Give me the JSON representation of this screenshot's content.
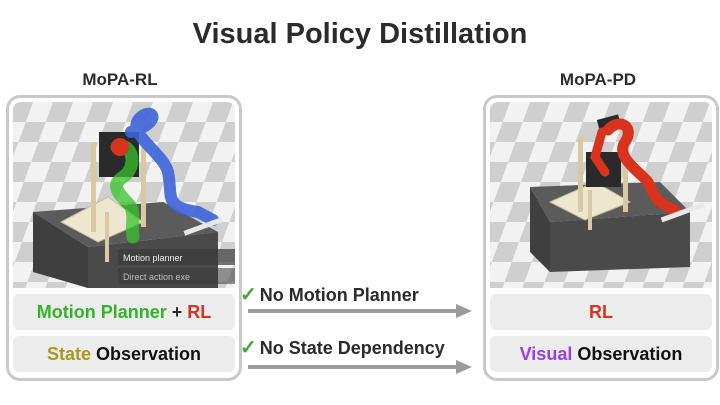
{
  "title": "Visual Policy Distillation",
  "left": {
    "name": "MoPA-RL",
    "overlay_line1": "Motion planner",
    "overlay_line2": "Direct action exe",
    "policy": {
      "part1": "Motion Planner",
      "plus": " + ",
      "part2": "RL"
    },
    "observation": {
      "part1": "State",
      "part2": " Observation"
    }
  },
  "right": {
    "name": "MoPA-PD",
    "policy": {
      "part1": "RL"
    },
    "observation": {
      "part1": "Visual",
      "part2": " Observation"
    }
  },
  "arrows": [
    {
      "check": "✓",
      "label": "No Motion Planner"
    },
    {
      "check": "✓",
      "label": "No State Dependency"
    }
  ],
  "colors": {
    "motion_planner": "#35b22a",
    "rl": "#d9321f",
    "state": "#a89a1c",
    "visual": "#9b3ee0",
    "arrow": "#9a9a9a",
    "border": "#c9c9c9"
  }
}
